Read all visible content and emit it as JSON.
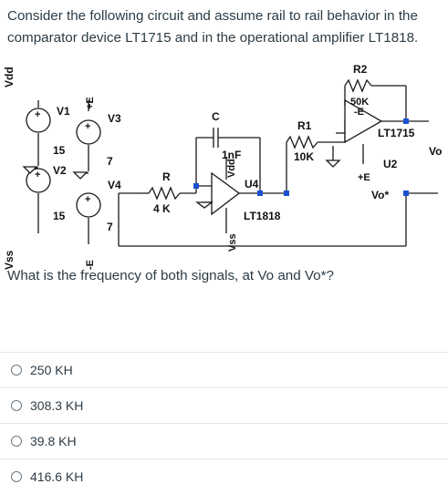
{
  "question": {
    "text": "Consider the following circuit and assume rail to rail behavior in the comparator device LT1715 and in the operational amplifier LT1818.",
    "prompt": "What is the frequency of both signals, at Vo and Vo*?"
  },
  "circuit": {
    "labels": {
      "vdd": "Vdd",
      "vss": "Vss",
      "v1": "V1",
      "v1_value": "15",
      "v2": "V2",
      "v2_value": "15",
      "v3": "V3",
      "v3_value": "7",
      "v4": "V4",
      "v4_value": "7",
      "pe": "+E",
      "ne": "-E",
      "r": "R",
      "r_value": "4 K",
      "c": "C",
      "c_value": "1nF",
      "u4": "U4",
      "lt1818": "LT1818",
      "vdd_u4": "Vdd",
      "vss_u4": "Vss",
      "r1": "R1",
      "r1_value": "10K",
      "r2": "R2",
      "r2_value": "50K",
      "r2_sub": "-E",
      "lt1715": "LT1715",
      "u2": "U2",
      "pe_u2": "+E",
      "vo": "Vo",
      "vo_star": "Vo*"
    }
  },
  "options": [
    {
      "label": "250 KH"
    },
    {
      "label": "308.3 KH"
    },
    {
      "label": "39.8 KH"
    },
    {
      "label": "416.6 KH"
    }
  ]
}
